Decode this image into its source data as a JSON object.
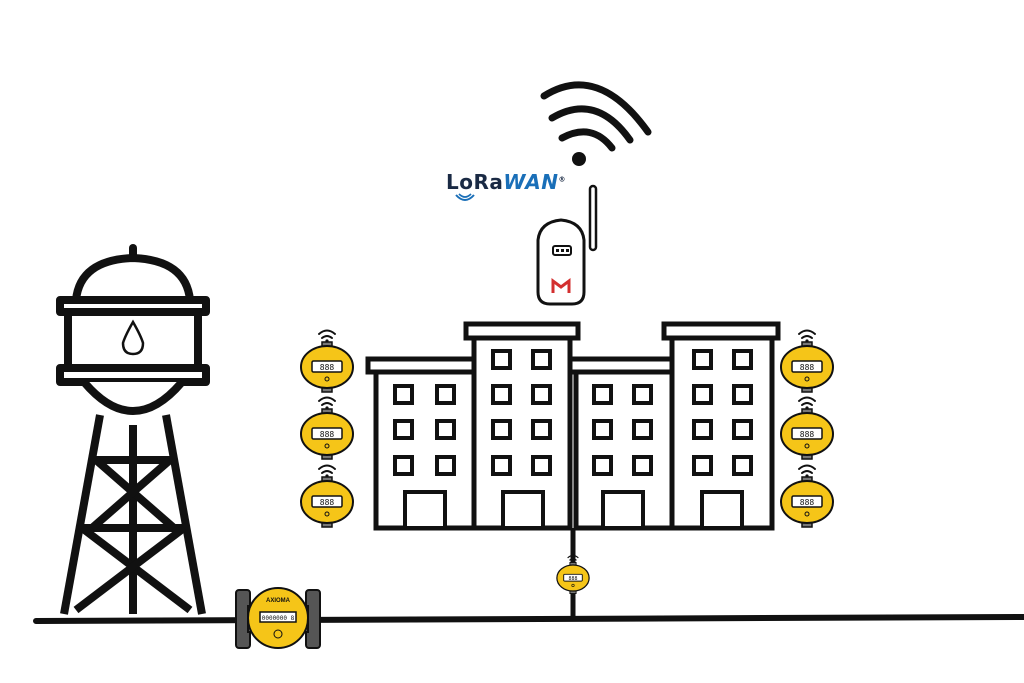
{
  "brand": {
    "name_part1": "LoRa",
    "name_part2": "WAN",
    "registered": "®"
  },
  "meters": {
    "display_text": "888",
    "main_meter_brand": "AXIOMA",
    "main_meter_reading": "0000000 8"
  },
  "colors": {
    "meter_yellow": "#f5c518",
    "line_black": "#111111",
    "gateway_red": "#d32f2f",
    "brand_blue": "#1a6fb8",
    "flange_gray": "#555555"
  },
  "icons": [
    "wifi-icon",
    "water-drop-icon",
    "gateway-logo-icon"
  ]
}
